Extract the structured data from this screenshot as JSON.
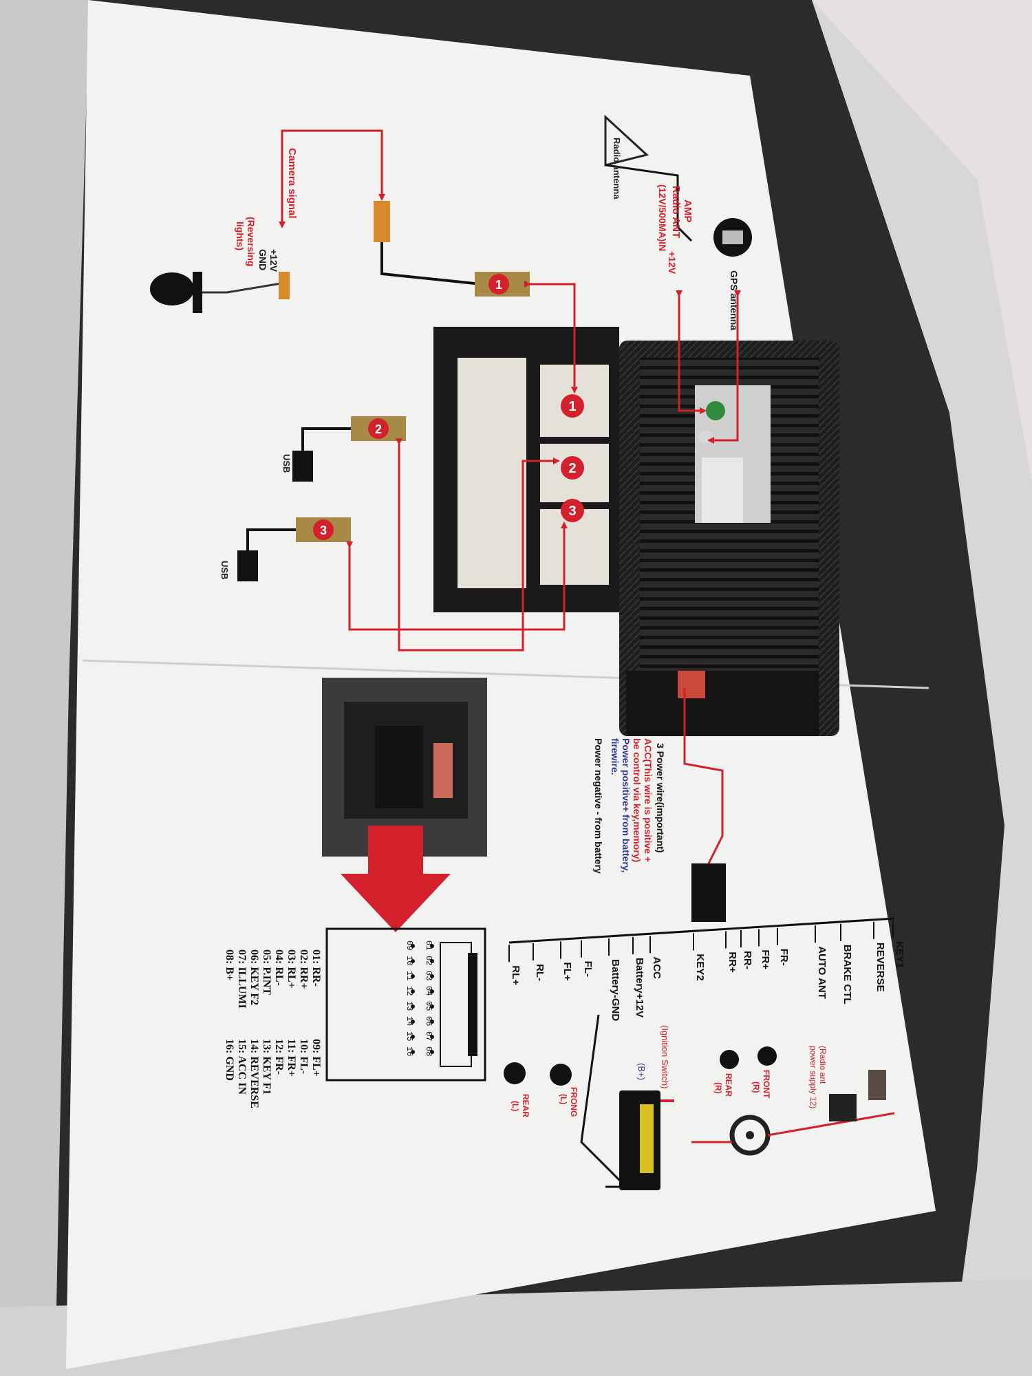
{
  "colors": {
    "accent_red": "#d4202a",
    "paper": "#f2f2f2",
    "ink": "#161616",
    "connector_tan": "#a88a46"
  },
  "antenna": {
    "radio_antenna_label": "Radio antenna",
    "gps_antenna_label": "GPS antenna",
    "amp_label": "AMP",
    "radio_ant_label": "Radio ANT",
    "radio_ant_spec": "(12V/500MA)IN",
    "plus12_label": "+12V"
  },
  "camera": {
    "signal_label": "Camera signal",
    "plus12_label": "+12V",
    "gnd_label": "GND",
    "reversing_label": "(Reversing",
    "reversing_label2": "lights)"
  },
  "usb": [
    {
      "number": "1",
      "label": ""
    },
    {
      "number": "2",
      "label": "USB"
    },
    {
      "number": "3",
      "label": "USB"
    }
  ],
  "port_numbers": [
    "1",
    "2",
    "3"
  ],
  "power_note": {
    "title": "3 Power wire(important)",
    "line1": "ACC(This wire is positive +",
    "line2": "be control via key,memory)",
    "line3": "Power positive+ from battery,",
    "line4": "firewire.",
    "line5": "Power negative - from battery"
  },
  "wires": [
    {
      "label": "KEY1"
    },
    {
      "label": "REVERSE"
    },
    {
      "label": "BRAKE CTL"
    },
    {
      "label": "AUTO ANT"
    },
    {
      "label": "FR-"
    },
    {
      "label": "FR+"
    },
    {
      "label": "RR-"
    },
    {
      "label": "RR+"
    },
    {
      "label": "KEY2"
    },
    {
      "label": "ACC"
    },
    {
      "label": "Battery+12V"
    },
    {
      "label": "Battery-GND"
    },
    {
      "label": "FL-"
    },
    {
      "label": "FL+"
    },
    {
      "label": "RL-"
    },
    {
      "label": "RL+"
    }
  ],
  "wire_notes": {
    "radio_ant_power": "(Radio ant",
    "radio_ant_power2": "power supply 12)",
    "ignition": "(Ignition Switch)",
    "bplus": "(B+)",
    "front_r": "FRONT",
    "front_r2": "(R)",
    "rear_r": "REAR",
    "rear_r2": "(R)",
    "front_l": "FRONG",
    "front_l2": "(L)",
    "rear_l": "REAR",
    "rear_l2": "(L)"
  },
  "pinout": {
    "row1": [
      "01",
      "02",
      "03",
      "04",
      "05",
      "06",
      "07",
      "08"
    ],
    "row2": [
      "09",
      "10",
      "11",
      "12",
      "13",
      "14",
      "15",
      "16"
    ],
    "left": [
      "01: RR-",
      "02: RR+",
      "03: RL+",
      "04: RL-",
      "05: P.INT",
      "06: KEY F2",
      "07: ILLUMI",
      "08: B+"
    ],
    "right": [
      "09: FL+",
      "10: FL-",
      "11: FR+",
      "12: FR-",
      "13: KEY F1",
      "14: REVERSE",
      "15: ACC IN",
      "16: GND"
    ]
  }
}
